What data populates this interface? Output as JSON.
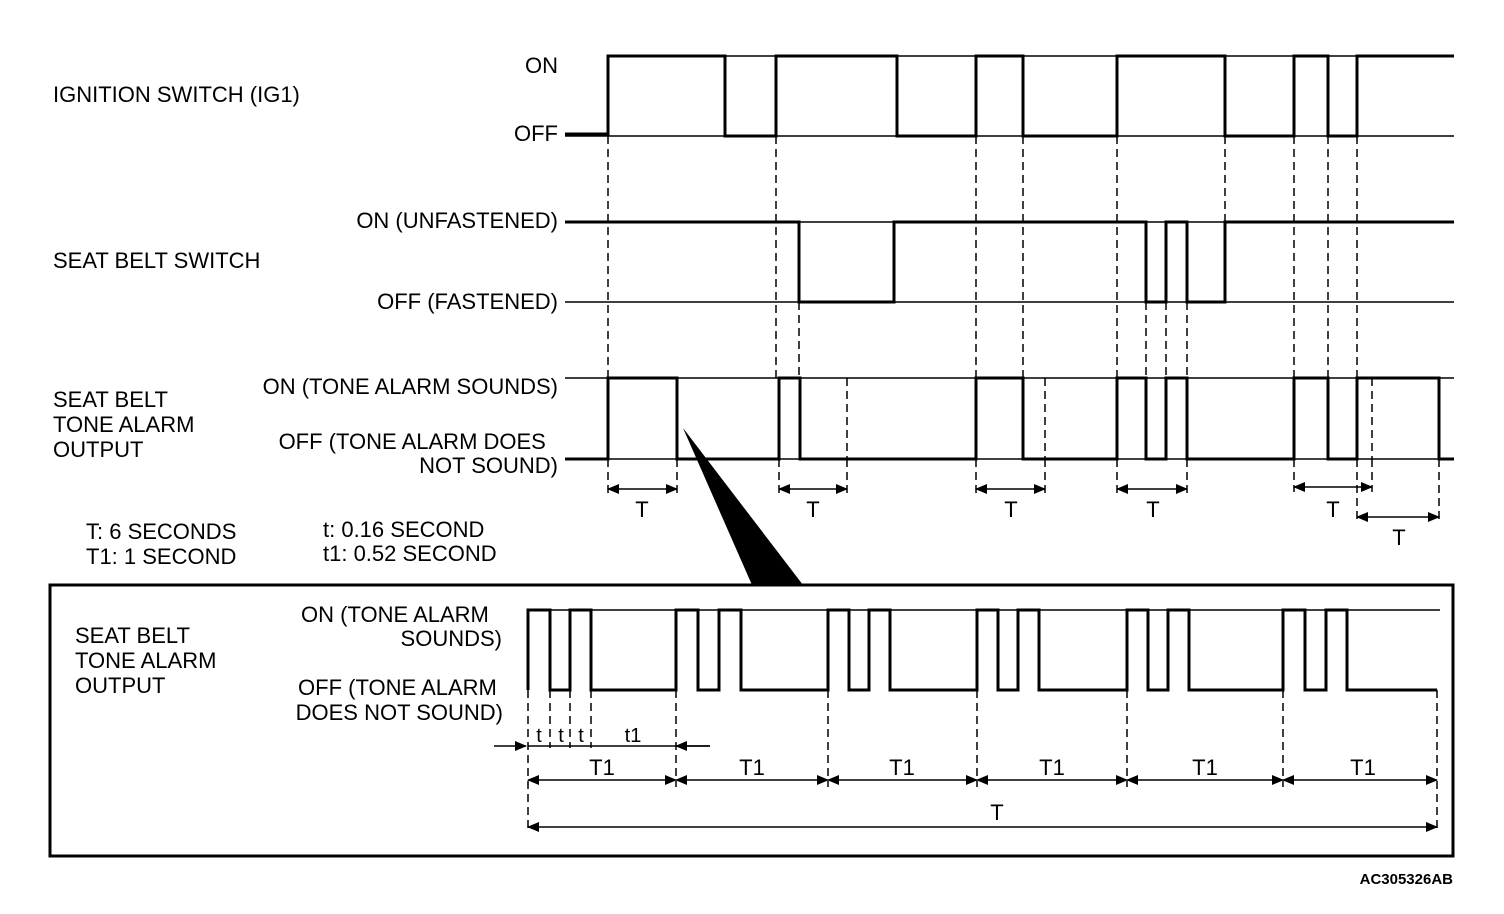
{
  "signals": {
    "ignition": {
      "name": "IGNITION SWITCH (IG1)",
      "on": "ON",
      "off": "OFF"
    },
    "seatbelt": {
      "name": "SEAT BELT SWITCH",
      "on": "ON (UNFASTENED)",
      "off": "OFF (FASTENED)"
    },
    "alarm": {
      "name_lines": [
        "SEAT BELT",
        "TONE ALARM",
        "OUTPUT"
      ],
      "on": "ON (TONE ALARM SOUNDS)",
      "off_lines": [
        "OFF (TONE ALARM DOES",
        "NOT SOUND)"
      ]
    }
  },
  "period_label": "T",
  "legend": {
    "T": "T: 6 SECONDS",
    "T1": "T1: 1 SECOND",
    "t": "t: 0.16 SECOND",
    "t1": "t1: 0.52 SECOND"
  },
  "detail": {
    "name_lines": [
      "SEAT BELT",
      "TONE ALARM",
      "OUTPUT"
    ],
    "on_lines": [
      "ON (TONE ALARM",
      "SOUNDS)"
    ],
    "off_lines": [
      "OFF (TONE ALARM",
      "DOES NOT SOUND)"
    ],
    "t": "t",
    "t1": "t1",
    "T1": "T1",
    "T": "T"
  },
  "figure_code": "AC305326AB"
}
